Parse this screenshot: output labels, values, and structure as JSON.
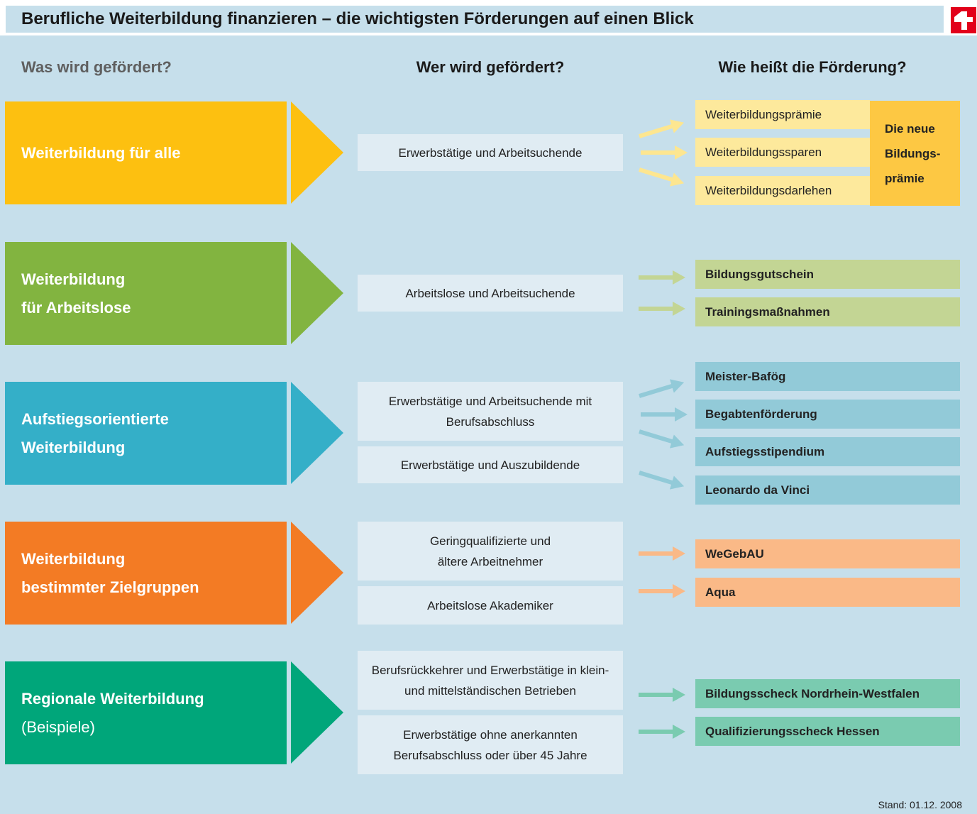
{
  "title": "Berufliche Weiterbildung finanzieren – die wichtigsten Förderungen auf einen Blick",
  "headers": {
    "what": "Was wird gefördert?",
    "who": "Wer wird gefördert?",
    "name": "Wie heißt die Förderung?"
  },
  "colors": {
    "background": "#c6dfeb",
    "yellow": "#fdc010",
    "green": "#82b440",
    "blue": "#34afc8",
    "orange": "#f37b24",
    "teal": "#00a67a",
    "logo_red": "#e2001a"
  },
  "rows": [
    {
      "category_lines": [
        "Weiterbildung für alle"
      ],
      "recipients": [
        "Erwerbstätige und Arbeitsuchende"
      ],
      "programs": [
        "Weiterbildungsprämie",
        "Weiterbildungssparen",
        "Weiterbildungsdarlehen"
      ],
      "bracket_lines": [
        "Die neue",
        "Bildungs-",
        "prämie"
      ]
    },
    {
      "category_lines": [
        "Weiterbildung",
        "für Arbeitslose"
      ],
      "recipients": [
        "Arbeitslose und Arbeitsuchende"
      ],
      "programs": [
        "Bildungsgutschein",
        "Trainingsmaßnahmen"
      ]
    },
    {
      "category_lines": [
        "Aufstiegsorientierte",
        "Weiterbildung"
      ],
      "recipients": [
        "Erwerbstätige und Arbeitsuchende mit Berufsabschluss",
        "Erwerbstätige und Auszubildende"
      ],
      "programs": [
        "Meister-Bafög",
        "Begabtenförderung",
        "Aufstiegsstipendium",
        "Leonardo da Vinci"
      ]
    },
    {
      "category_lines": [
        "Weiterbildung",
        "bestimmter Zielgruppen"
      ],
      "recipients": [
        "Geringqualifizierte und ältere Arbeitnehmer",
        "Arbeitslose Akademiker"
      ],
      "programs": [
        "WeGebAU",
        "Aqua"
      ]
    },
    {
      "category_lines": [
        "Regionale Weiterbildung"
      ],
      "category_note": "(Beispiele)",
      "recipients": [
        "Berufsrückkehrer und Erwerbstätige in klein- und mittelständischen Betrieben",
        "Erwerbstätige ohne anerkannten Berufsabschluss oder über 45 Jahre"
      ],
      "programs": [
        "Bildungsscheck Nordrhein-Westfalen",
        "Qualifizierungsscheck Hessen"
      ]
    }
  ],
  "footer": "Stand: 01.12. 2008"
}
